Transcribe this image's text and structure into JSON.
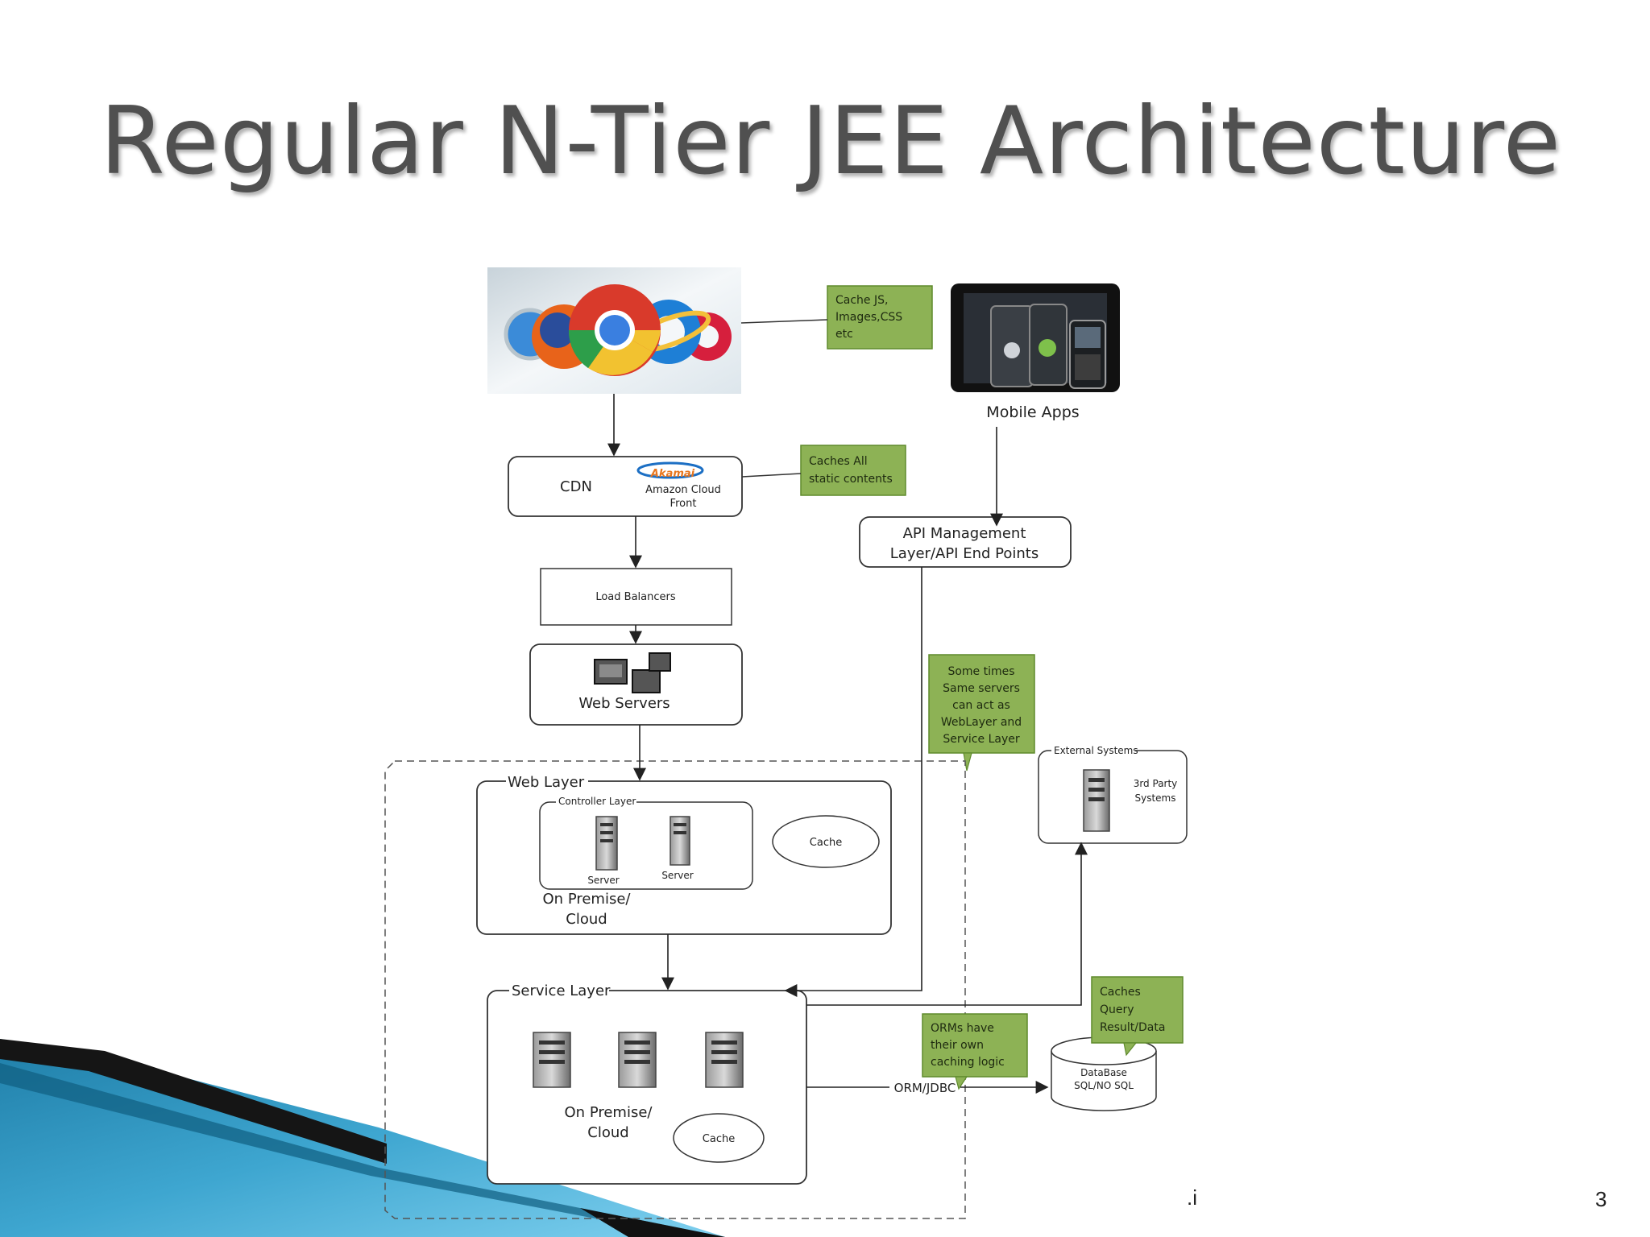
{
  "slide": {
    "title": "Regular N-Tier JEE Architecture",
    "page_number": "3",
    "footer_mark": ".i"
  },
  "colors": {
    "note_fill": "#8db255",
    "note_border": "#5e8a2c",
    "stroke": "#333333",
    "banner_dark": "#1a1a1a",
    "banner_blue": "#2b8fb8",
    "banner_light": "#6cc3e6"
  },
  "diagram": {
    "browsers_label": "browser-logos",
    "mobile_label": "Mobile Apps",
    "cdn": {
      "label": "CDN",
      "logo_text": "Akamai",
      "line1": "Amazon Cloud",
      "line2": "Front"
    },
    "load_balancers": "Load Balancers",
    "web_servers": "Web Servers",
    "api": {
      "line1": "API Management",
      "line2": "Layer/API End Points"
    },
    "web_layer": {
      "label": "Web Layer",
      "controller_label": "Controller Layer",
      "server1": "Server",
      "server2": "Server",
      "cache": "Cache",
      "premise1": "On Premise/",
      "premise2": "Cloud"
    },
    "service_layer": {
      "label": "Service Layer",
      "premise1": "On Premise/",
      "premise2": "Cloud",
      "cache": "Cache"
    },
    "external": {
      "label": "External Systems",
      "line1": "3rd Party",
      "line2": "Systems"
    },
    "database": {
      "line1": "DataBase",
      "line2": "SQL/NO SQL"
    },
    "orm_label": "ORM/JDBC",
    "notes": {
      "cache_js": [
        "Cache JS,",
        "Images,CSS",
        "etc"
      ],
      "caches_static": [
        "Caches All",
        "static contents"
      ],
      "some_times": [
        "Some times",
        "Same servers",
        "can act as",
        "WebLayer and",
        "Service Layer"
      ],
      "orms": [
        "ORMs have",
        "their own",
        "caching logic"
      ],
      "caches_query": [
        "Caches",
        "Query",
        "Result/Data"
      ]
    }
  }
}
